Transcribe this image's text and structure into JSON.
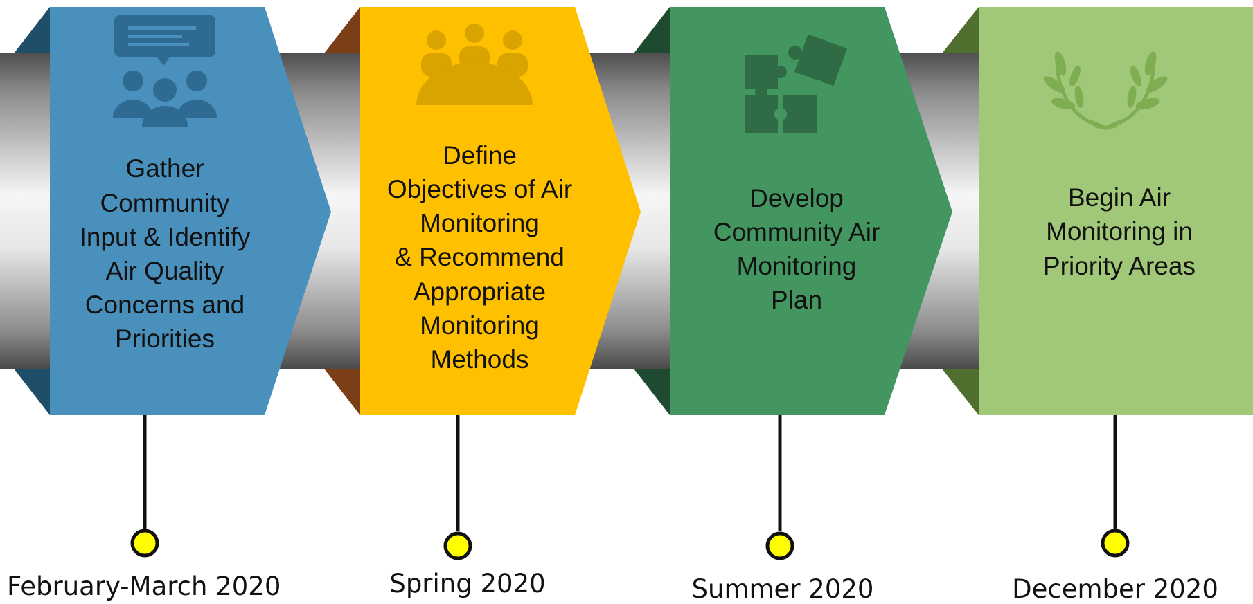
{
  "steps": [
    {
      "lines": [
        "Gather",
        "Community",
        "Input & Identify",
        "Air Quality",
        "Concerns and",
        "Priorities"
      ],
      "icon": "community-input-icon",
      "color": "#4a90bd",
      "date": "February-March 2020"
    },
    {
      "lines": [
        "Define",
        "Objectives of Air",
        "Monitoring",
        "& Recommend",
        "Appropriate",
        "Monitoring",
        "Methods"
      ],
      "icon": "meeting-group-icon",
      "color": "#ffc000",
      "date": "Spring 2020"
    },
    {
      "lines": [
        "Develop",
        "Community Air",
        "Monitoring",
        "Plan"
      ],
      "icon": "puzzle-pieces-icon",
      "color": "#439660",
      "date": "Summer 2020"
    },
    {
      "lines": [
        "Begin Air",
        "Monitoring in",
        "Priority Areas"
      ],
      "icon": "laurel-wreath-icon",
      "color": "#a1c878",
      "date": "December 2020"
    }
  ],
  "colors": {
    "marker_fill": "#ffff00",
    "stem": "#111111",
    "pipe_dark": "#5a5a5a",
    "pipe_light": "#f4f4f4"
  }
}
